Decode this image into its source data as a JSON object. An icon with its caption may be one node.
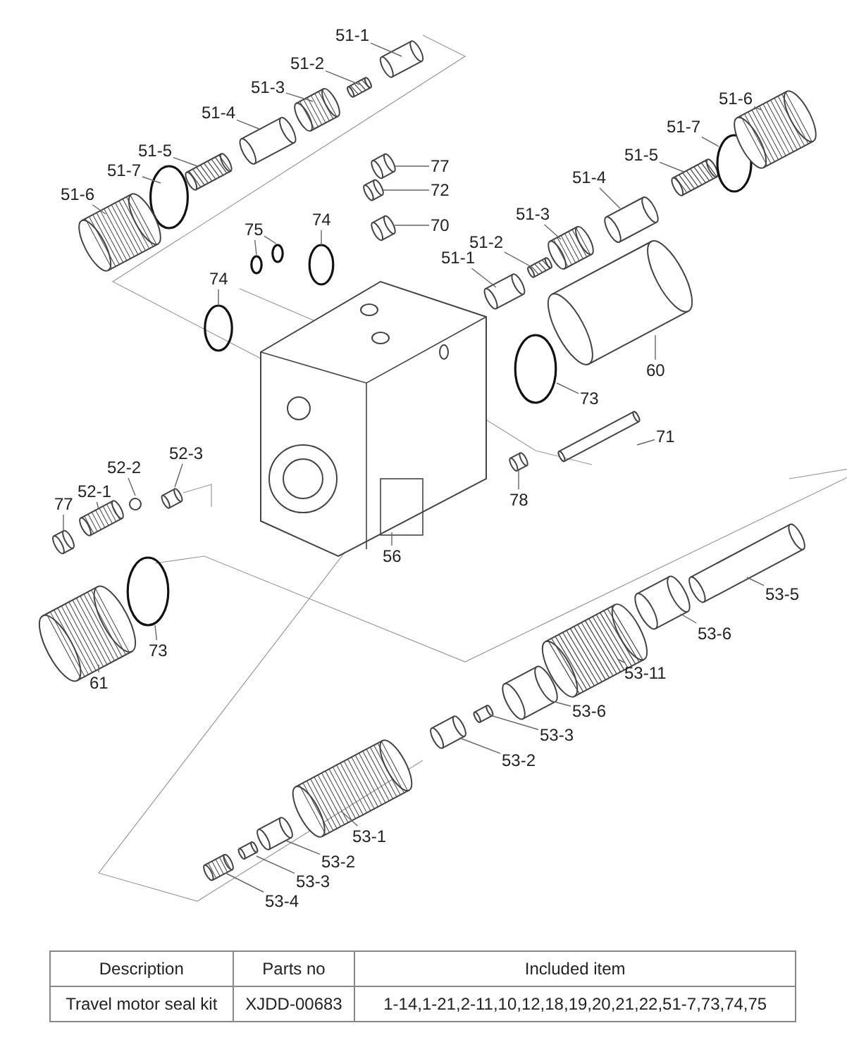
{
  "diagram": {
    "nodes": [
      {
        "text": [
          "51-1"
        ]
      },
      {
        "text": [
          "51-2"
        ]
      },
      {
        "text": [
          "51-3"
        ]
      },
      {
        "text": [
          "51-4"
        ]
      },
      {
        "text": [
          "51-5"
        ]
      },
      {
        "text": [
          "51-7"
        ]
      },
      {
        "text": [
          "51-6"
        ]
      },
      {
        "text": [
          "77"
        ]
      },
      {
        "text": [
          "72"
        ]
      },
      {
        "text": [
          "70"
        ]
      },
      {
        "text": [
          "75"
        ]
      },
      {
        "text": [
          "74"
        ]
      },
      {
        "text": [
          "74"
        ]
      },
      {
        "text": [
          "51-6"
        ]
      },
      {
        "text": [
          "51-7"
        ]
      },
      {
        "text": [
          "51-5"
        ]
      },
      {
        "text": [
          "51-4"
        ]
      },
      {
        "text": [
          "51-3"
        ]
      },
      {
        "text": [
          "51-2"
        ]
      },
      {
        "text": [
          "51-1"
        ]
      },
      {
        "text": [
          "60"
        ]
      },
      {
        "text": [
          "73"
        ]
      },
      {
        "text": [
          "71"
        ]
      },
      {
        "text": [
          "78"
        ]
      },
      {
        "text": [
          "56"
        ]
      },
      {
        "text": [
          "52-3"
        ]
      },
      {
        "text": [
          "52-2"
        ]
      },
      {
        "text": [
          "52-1"
        ]
      },
      {
        "text": [
          "77"
        ]
      },
      {
        "text": [
          "73"
        ]
      },
      {
        "text": [
          "61"
        ]
      },
      {
        "text": [
          "53-5"
        ]
      },
      {
        "text": [
          "53-6"
        ]
      },
      {
        "text": [
          "53-11"
        ]
      },
      {
        "text": [
          "53-6"
        ]
      },
      {
        "text": [
          "53-3"
        ]
      },
      {
        "text": [
          "53-2"
        ]
      },
      {
        "text": [
          "53-1"
        ]
      },
      {
        "text": [
          "53-2"
        ]
      },
      {
        "text": [
          "53-3"
        ]
      },
      {
        "text": [
          "53-4"
        ]
      }
    ],
    "edges": [
      {
        "from": 0,
        "to": null,
        "arrow": "none"
      },
      {
        "from": 1,
        "to": null,
        "arrow": "none"
      },
      {
        "from": 2,
        "to": null,
        "arrow": "none"
      },
      {
        "from": 3,
        "to": null,
        "arrow": "none"
      },
      {
        "from": 4,
        "to": null,
        "arrow": "none"
      },
      {
        "from": 5,
        "to": null,
        "arrow": "none"
      },
      {
        "from": 6,
        "to": null,
        "arrow": "none"
      },
      {
        "from": 7,
        "to": null,
        "arrow": "none"
      },
      {
        "from": 8,
        "to": null,
        "arrow": "none"
      },
      {
        "from": 9,
        "to": null,
        "arrow": "none"
      },
      {
        "from": 10,
        "to": null,
        "arrow": "none"
      },
      {
        "from": 10,
        "to": null,
        "arrow": "none"
      },
      {
        "from": 11,
        "to": null,
        "arrow": "none"
      },
      {
        "from": 12,
        "to": null,
        "arrow": "none"
      },
      {
        "from": 13,
        "to": null,
        "arrow": "none"
      },
      {
        "from": 14,
        "to": null,
        "arrow": "none"
      },
      {
        "from": 15,
        "to": null,
        "arrow": "none"
      },
      {
        "from": 16,
        "to": null,
        "arrow": "none"
      },
      {
        "from": 17,
        "to": null,
        "arrow": "none"
      },
      {
        "from": 18,
        "to": null,
        "arrow": "none"
      },
      {
        "from": 19,
        "to": null,
        "arrow": "none"
      },
      {
        "from": 20,
        "to": null,
        "arrow": "none"
      },
      {
        "from": 21,
        "to": null,
        "arrow": "none"
      },
      {
        "from": 22,
        "to": null,
        "arrow": "none"
      },
      {
        "from": 23,
        "to": null,
        "arrow": "none"
      },
      {
        "from": 24,
        "to": null,
        "arrow": "none"
      },
      {
        "from": 25,
        "to": null,
        "arrow": "none"
      },
      {
        "from": 26,
        "to": null,
        "arrow": "none"
      },
      {
        "from": 27,
        "to": null,
        "arrow": "none"
      },
      {
        "from": 28,
        "to": null,
        "arrow": "none"
      },
      {
        "from": 29,
        "to": null,
        "arrow": "none"
      },
      {
        "from": 30,
        "to": null,
        "arrow": "none"
      },
      {
        "from": 31,
        "to": null,
        "arrow": "none"
      },
      {
        "from": 32,
        "to": null,
        "arrow": "none"
      },
      {
        "from": 33,
        "to": null,
        "arrow": "none"
      },
      {
        "from": 34,
        "to": null,
        "arrow": "none"
      },
      {
        "from": 35,
        "to": null,
        "arrow": "none"
      },
      {
        "from": 36,
        "to": null,
        "arrow": "none"
      },
      {
        "from": 37,
        "to": null,
        "arrow": "none"
      },
      {
        "from": 38,
        "to": null,
        "arrow": "none"
      },
      {
        "from": 39,
        "to": null,
        "arrow": "none"
      },
      {
        "from": 40,
        "to": null,
        "arrow": "none"
      }
    ],
    "labels": [
      "Description",
      "Parts no",
      "Included item",
      "Travel motor seal kit",
      "XJDD-00683",
      "1-14,1-21,2-11,10,12,18,19,20,21,22,51-7,73,74,75"
    ]
  }
}
